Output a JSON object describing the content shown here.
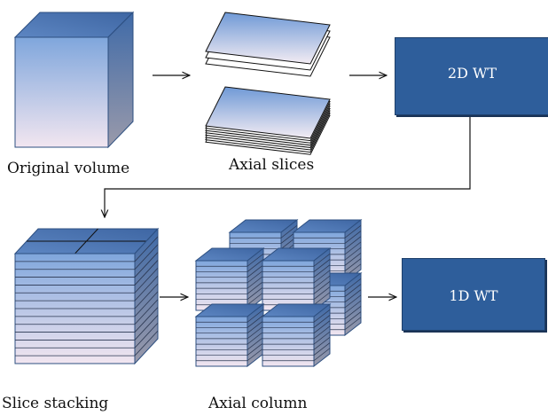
{
  "diagram": {
    "nodes": [
      {
        "id": "original",
        "label": "Original volume"
      },
      {
        "id": "axial",
        "label": "Axial slices"
      },
      {
        "id": "wt2d",
        "label": "2D WT"
      },
      {
        "id": "stack",
        "label": "Slice stacking"
      },
      {
        "id": "column",
        "label": "Axial column"
      },
      {
        "id": "wt1d",
        "label": "1D WT"
      }
    ],
    "edges": [
      {
        "from": "original",
        "to": "axial"
      },
      {
        "from": "axial",
        "to": "wt2d"
      },
      {
        "from": "wt2d",
        "to": "stack"
      },
      {
        "from": "stack",
        "to": "column"
      },
      {
        "from": "column",
        "to": "wt1d"
      }
    ]
  },
  "colors": {
    "cube_top": "#7fa3d6",
    "cube_bottom": "#eee2ef",
    "box_fill": "#2e5e9b",
    "box_text": "#ffffff"
  }
}
